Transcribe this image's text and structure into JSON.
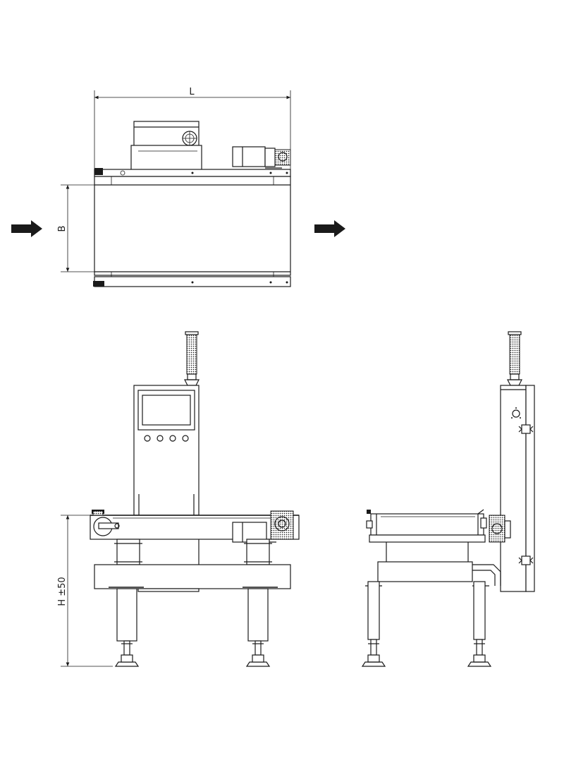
{
  "dimensions": {
    "length_label": "L",
    "width_label": "B",
    "height_label": "H ±50"
  },
  "flow_arrows": [
    "in",
    "out"
  ],
  "colors": {
    "line": "#1a1a1a",
    "background": "#ffffff"
  }
}
